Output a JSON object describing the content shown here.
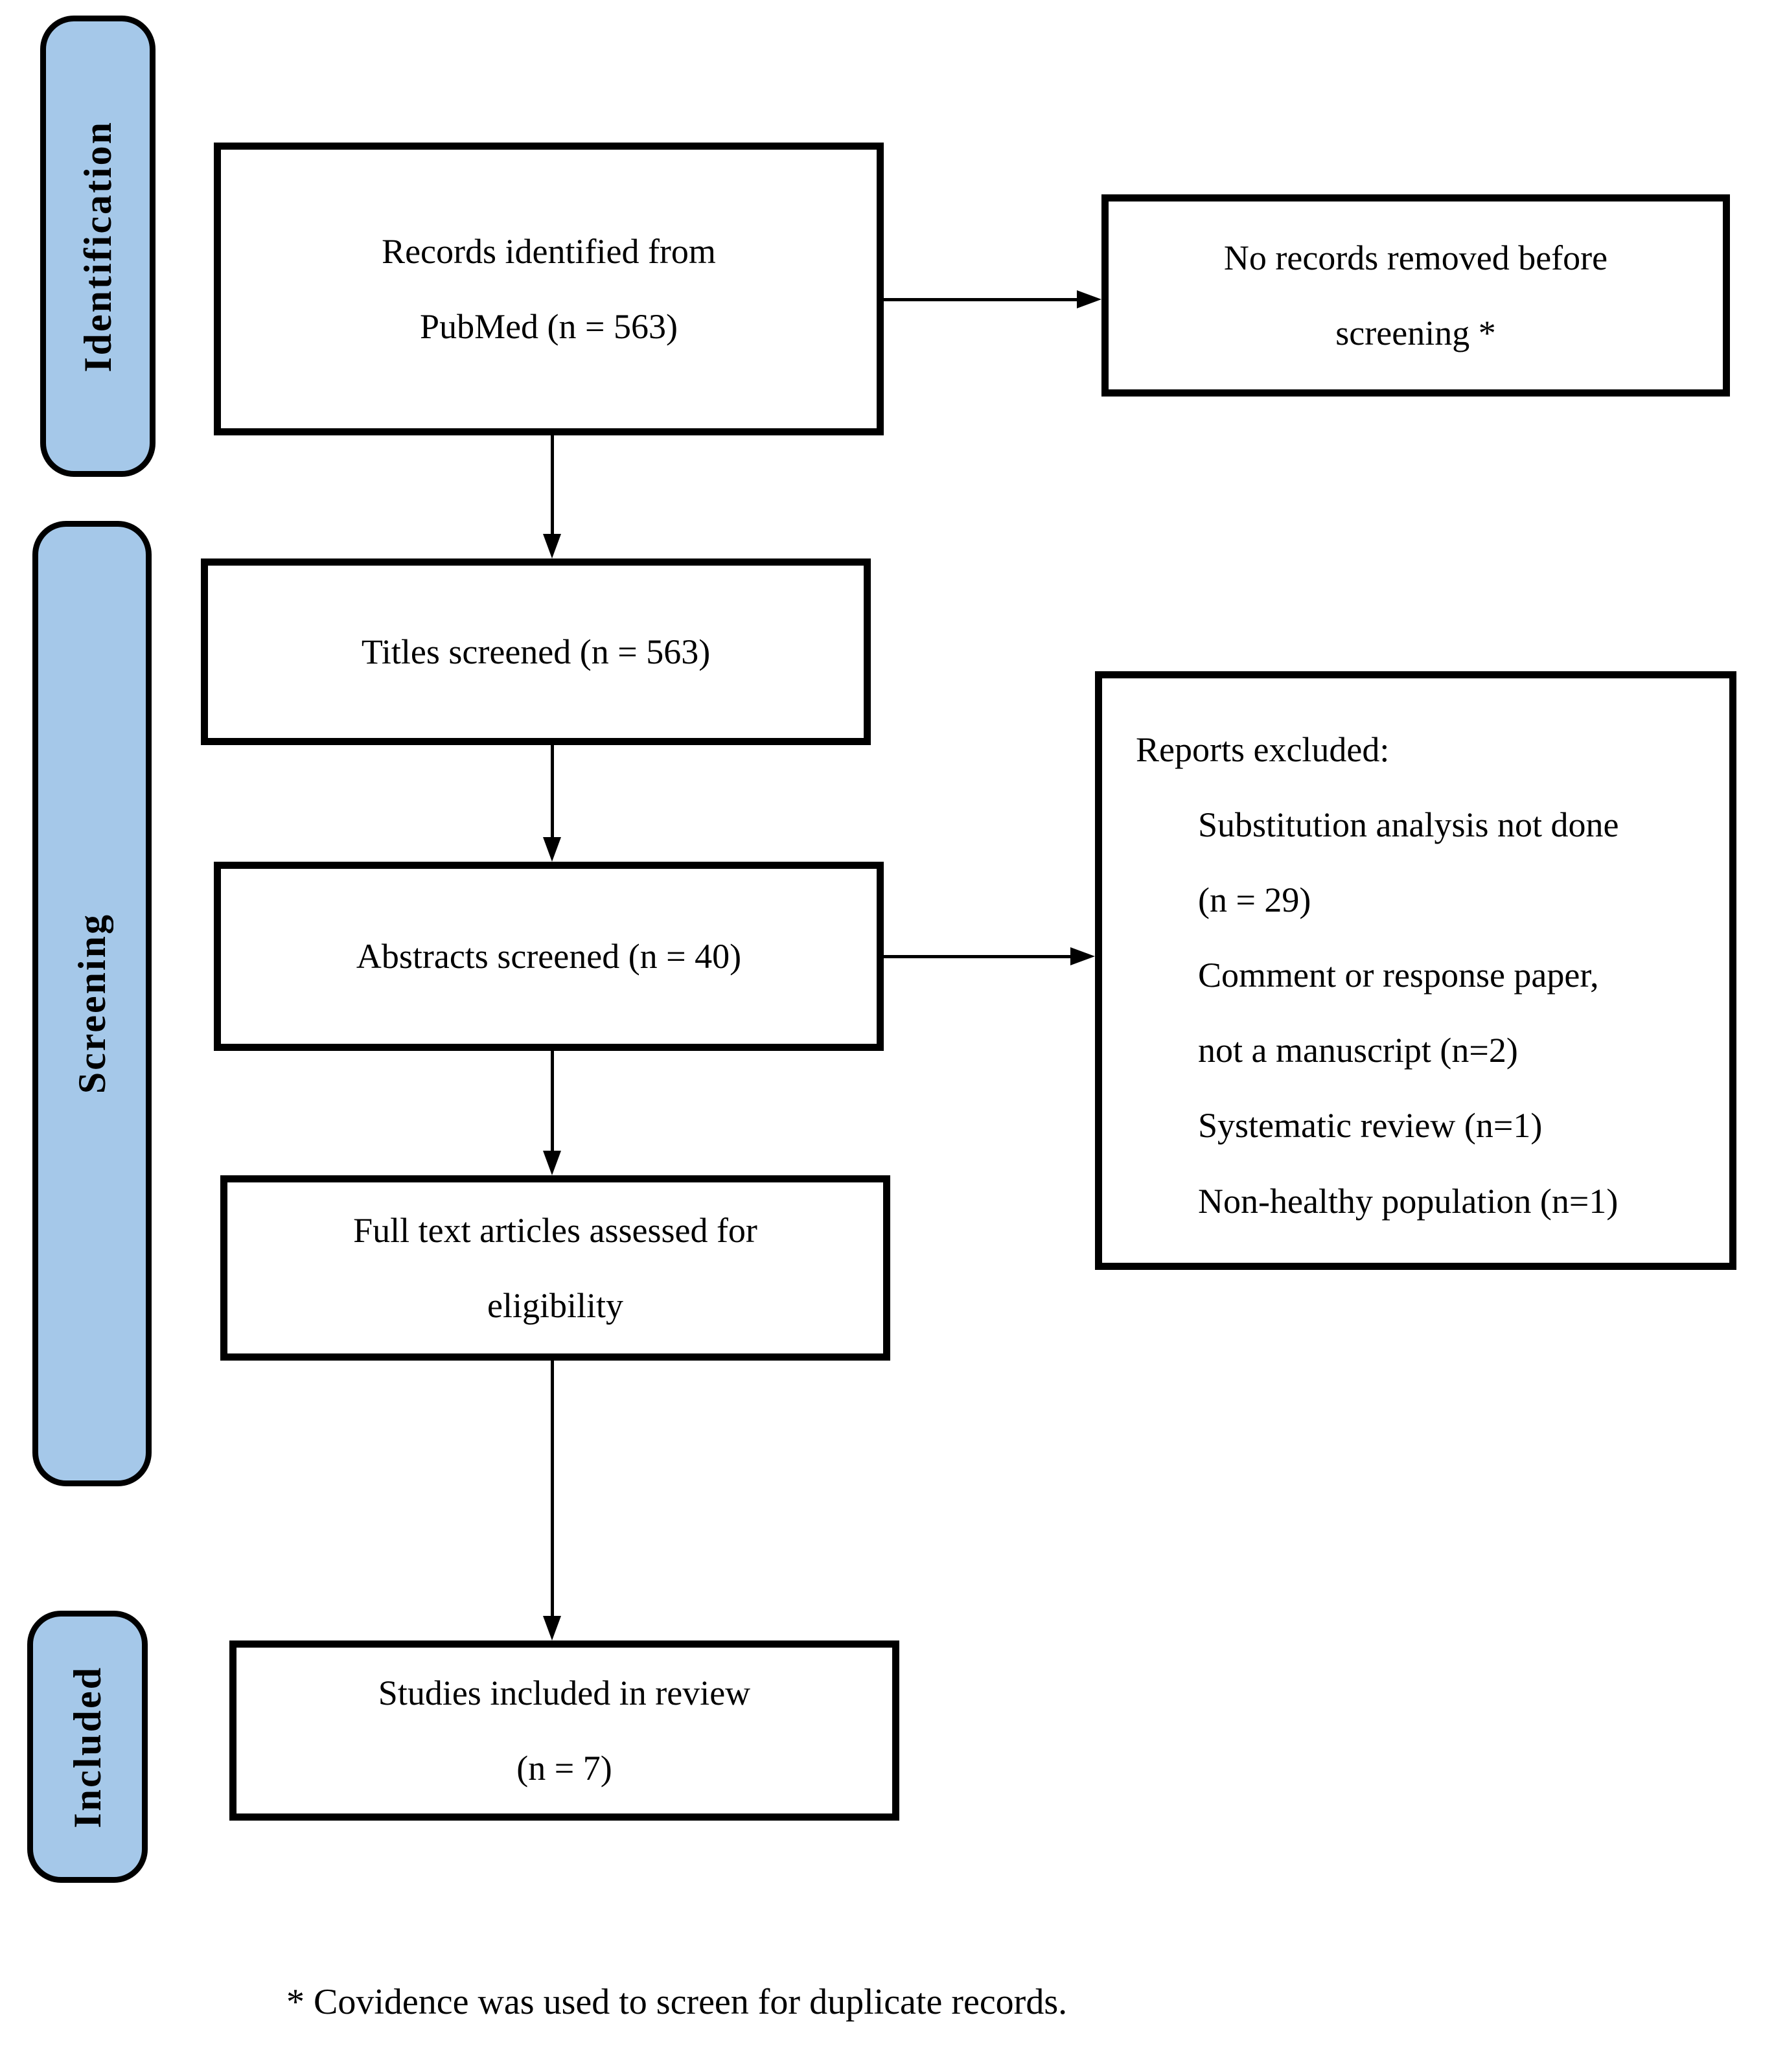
{
  "stages": [
    {
      "label": "Identification"
    },
    {
      "label": "Screening"
    },
    {
      "label": "Included"
    }
  ],
  "boxes": {
    "records": {
      "lines": [
        "Records identified from",
        "PubMed (n = 563)"
      ]
    },
    "no_removed": {
      "lines": [
        "No records removed before",
        "screening *"
      ]
    },
    "titles": {
      "lines": [
        "Titles screened (n = 563)"
      ]
    },
    "abstracts": {
      "lines": [
        "Abstracts screened (n = 40)"
      ]
    },
    "excluded": {
      "title": "Reports excluded:",
      "lines": [
        "Substitution analysis not done",
        "(n = 29)",
        "Comment or response paper,",
        "not a manuscript (n=2)",
        "Systematic review (n=1)",
        "Non-healthy population (n=1)"
      ]
    },
    "fulltext": {
      "lines": [
        "Full text articles assessed for",
        "eligibility"
      ]
    },
    "included": {
      "lines": [
        "Studies included in review",
        "(n = 7)"
      ]
    }
  },
  "footnote": "* Covidence was used to screen for duplicate records.",
  "colors": {
    "stage_fill": "#a5c8e9",
    "stage_border": "#000000",
    "box_border": "#000000",
    "text": "#000000"
  }
}
